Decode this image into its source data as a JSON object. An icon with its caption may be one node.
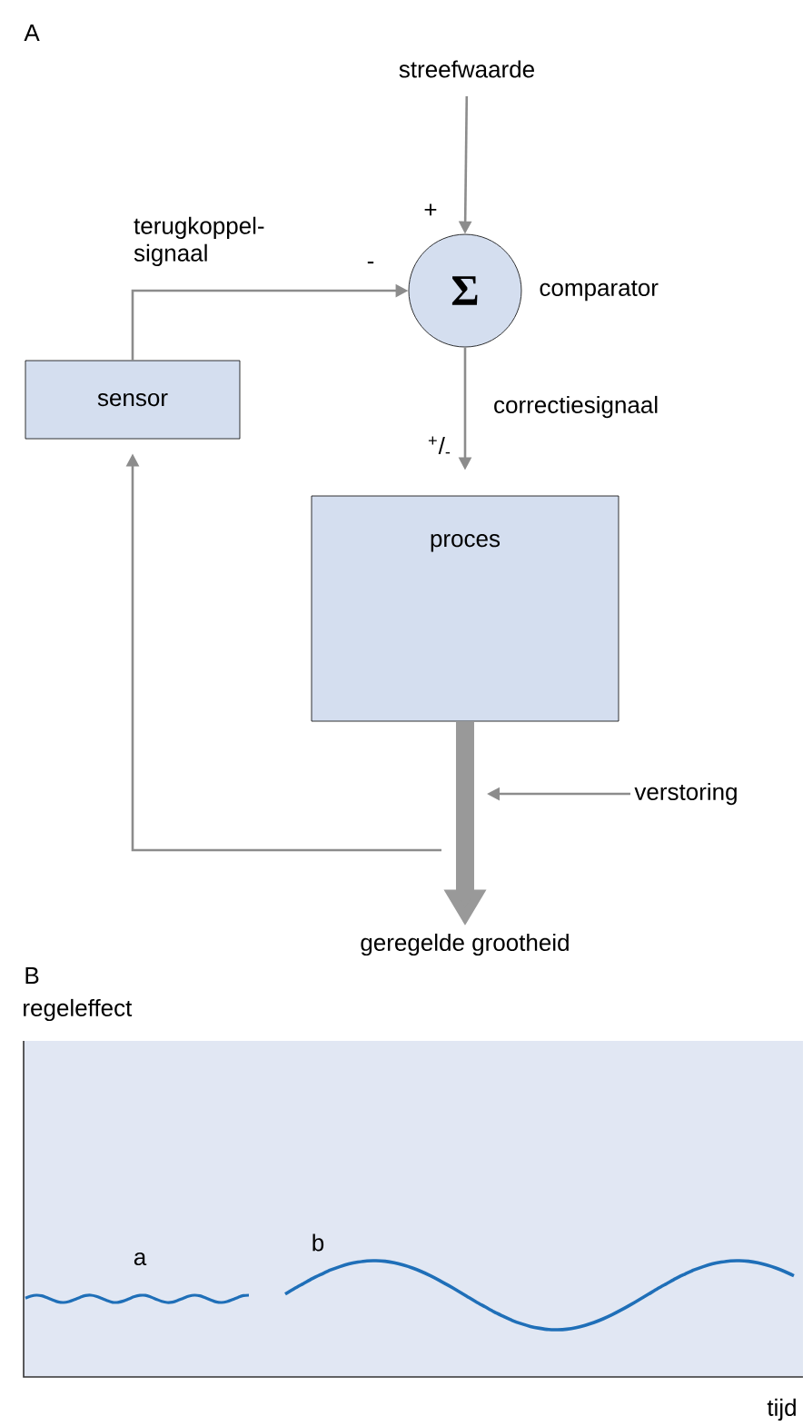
{
  "diagram": {
    "nodes": [
      {
        "text": [
          "streefwaarde"
        ]
      },
      {
        "text": [
          "Σ"
        ],
        "beside": [
          "comparator"
        ]
      },
      {
        "text": [
          "sensor"
        ]
      },
      {
        "text": [
          "proces"
        ]
      },
      {
        "text": [
          "verstoring"
        ]
      },
      {
        "text": [
          "geregelde grootheid"
        ]
      }
    ],
    "edges": [
      {
        "from": 0,
        "to": 1,
        "arrow": "to"
      },
      {
        "from": 2,
        "to": 1,
        "arrow": "to",
        "label": "terugkoppel- signaal"
      },
      {
        "from": 1,
        "to": 3,
        "arrow": "to",
        "label": "correctiesignaal"
      },
      {
        "from": 3,
        "to": 5,
        "arrow": "to",
        "style": "thick"
      },
      {
        "from": 4,
        "to": null,
        "arrow": "to"
      },
      {
        "from": null,
        "to": 2,
        "arrow": "to"
      }
    ],
    "labels": [
      "A",
      "+",
      "-",
      "$^{+}$/$_{-}$",
      "B",
      "regeleffect",
      "a",
      "b",
      "tijd"
    ]
  }
}
